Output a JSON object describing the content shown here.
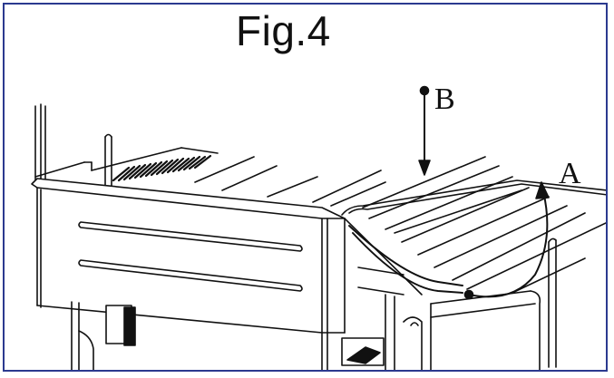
{
  "figure": {
    "title": "Fig.4",
    "labels": {
      "a": "A",
      "b": "B"
    },
    "colors": {
      "frame": "#2b3a8f",
      "ink": "#111111",
      "panel": "#ffffff"
    }
  }
}
